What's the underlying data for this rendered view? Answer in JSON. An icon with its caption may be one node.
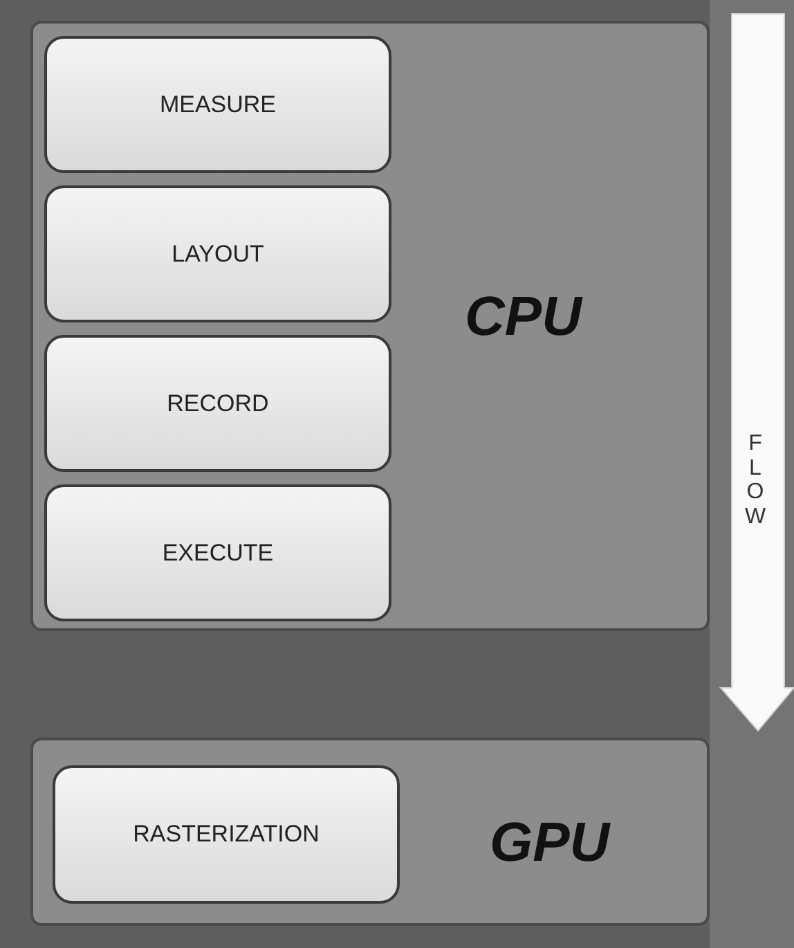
{
  "diagram": {
    "nodes": [
      {
        "text": [
          "CPU"
        ]
      },
      {
        "text": [
          "MEASURE"
        ],
        "in": 0
      },
      {
        "text": [
          "LAYOUT"
        ],
        "in": 0
      },
      {
        "text": [
          "RECORD"
        ],
        "in": 0
      },
      {
        "text": [
          "EXECUTE"
        ],
        "in": 0
      },
      {
        "text": [
          "GPU"
        ]
      },
      {
        "text": [
          "RASTERIZATION"
        ],
        "in": 5
      }
    ],
    "labels": [
      "FLOW"
    ]
  }
}
